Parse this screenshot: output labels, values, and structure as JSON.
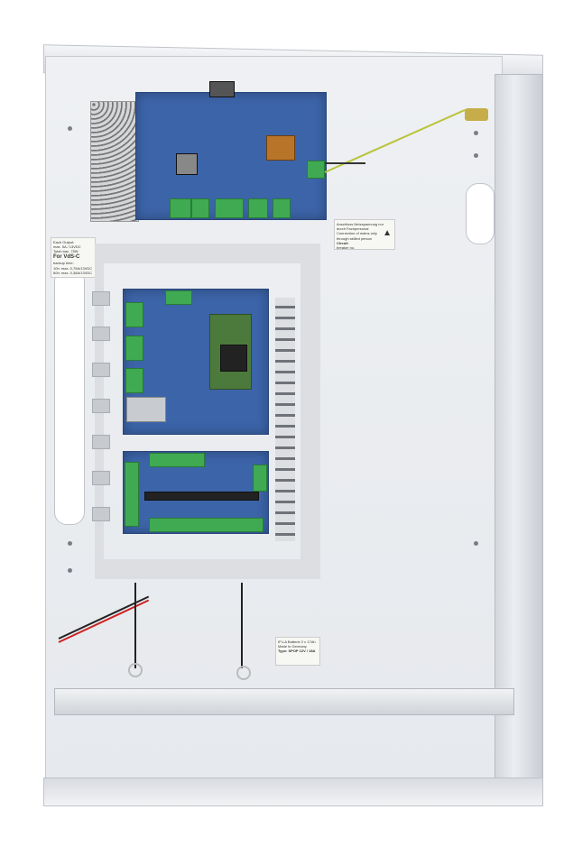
{
  "labels": {
    "left_label": {
      "line1": "Each Output:",
      "line2": "max. 5A / 13VDC",
      "line3": "Total max. 75W",
      "heading": "For VdS-C",
      "line4": "backup time:",
      "line5": "10h: max. 0,75A/13VDC",
      "line6": "60h: max. 0,38A/13VDC"
    },
    "warning_label": {
      "line1": "Anschluss Netzspannung nur",
      "line2": "durch Fachpersonal",
      "line3": "Connection of mains only",
      "line4": "through skilled person",
      "heading": "Circuit",
      "line5": "breaker no."
    },
    "type_label": {
      "line1": "IP-LA Batterie 2 x 17Ah",
      "line2": "Made in Germany",
      "line3": "Type: SPOP 12V / 18A"
    }
  },
  "colors": {
    "pcb": "#3c64a8",
    "terminal": "#3faa52",
    "panel": "#e9ecef"
  }
}
